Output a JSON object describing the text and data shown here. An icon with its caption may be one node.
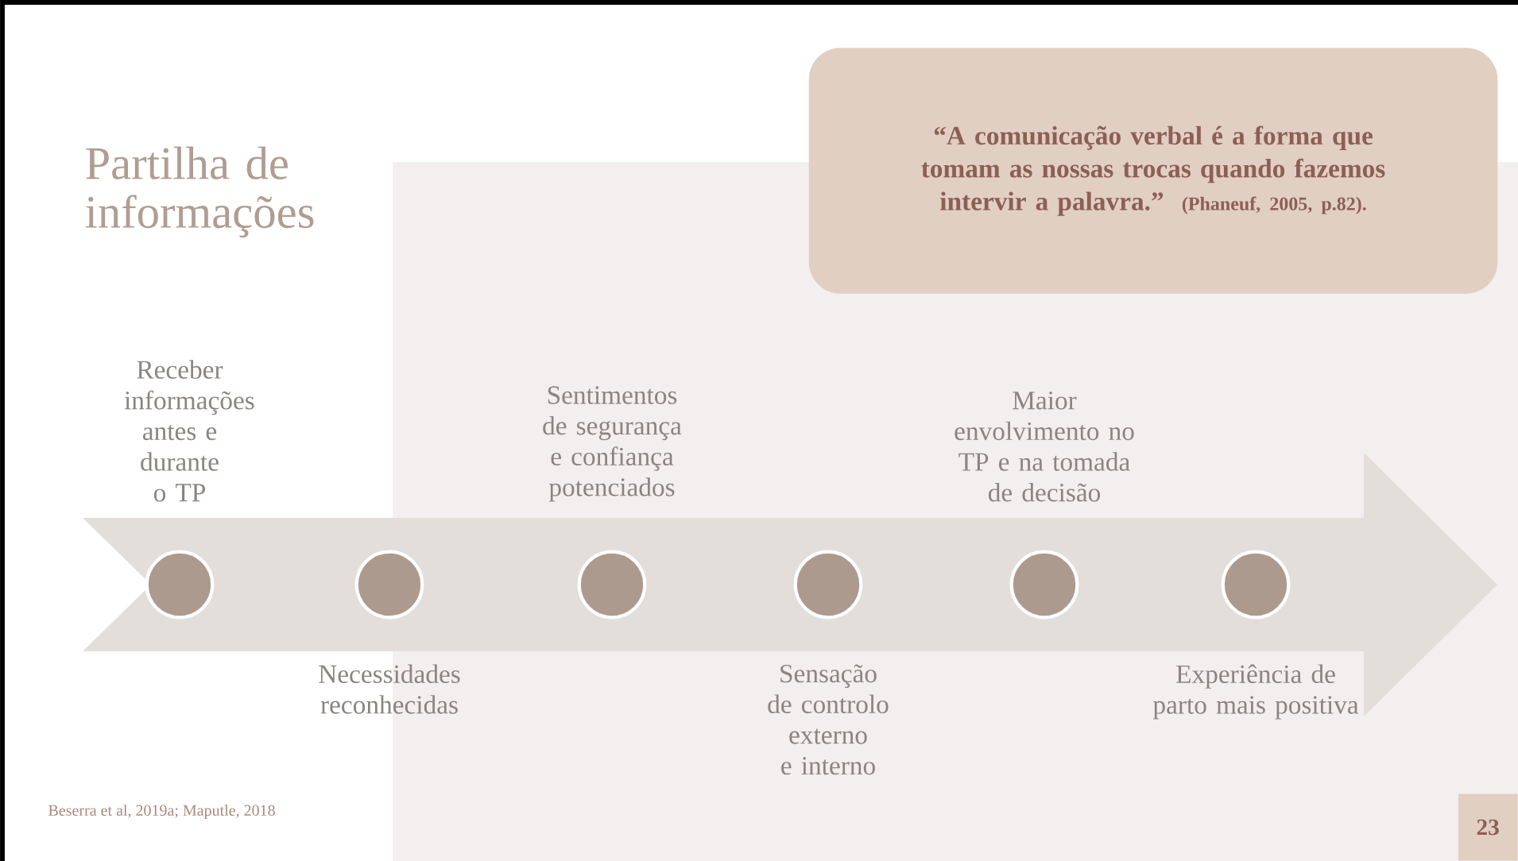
{
  "diagram": {
    "title": "Partilha de informações",
    "nodes": [
      {
        "text": [
          "“A comunicação verbal é a forma que tomam as nossas trocas quando fazemos intervir a palavra.”",
          "(Phaneuf, 2005, p.82)."
        ]
      },
      {
        "text": [],
        "shape": "circle",
        "beside": [
          "Receber informações antes e durante o TP"
        ]
      },
      {
        "text": [],
        "shape": "circle",
        "beside": [
          "Necessidades reconhecidas"
        ]
      },
      {
        "text": [],
        "shape": "circle",
        "beside": [
          "Sentimentos de segurança e confiança potenciados"
        ]
      },
      {
        "text": [],
        "shape": "circle",
        "beside": [
          "Sensação de controlo externo e interno"
        ]
      },
      {
        "text": [],
        "shape": "circle",
        "beside": [
          "Maior envolvimento no TP e na tomada de decisão"
        ]
      },
      {
        "text": [],
        "shape": "circle",
        "beside": [
          "Experiência de parto mais positiva"
        ]
      }
    ],
    "labels": [
      "Beserra et al, 2019a; Maputle, 2018",
      "23"
    ]
  }
}
